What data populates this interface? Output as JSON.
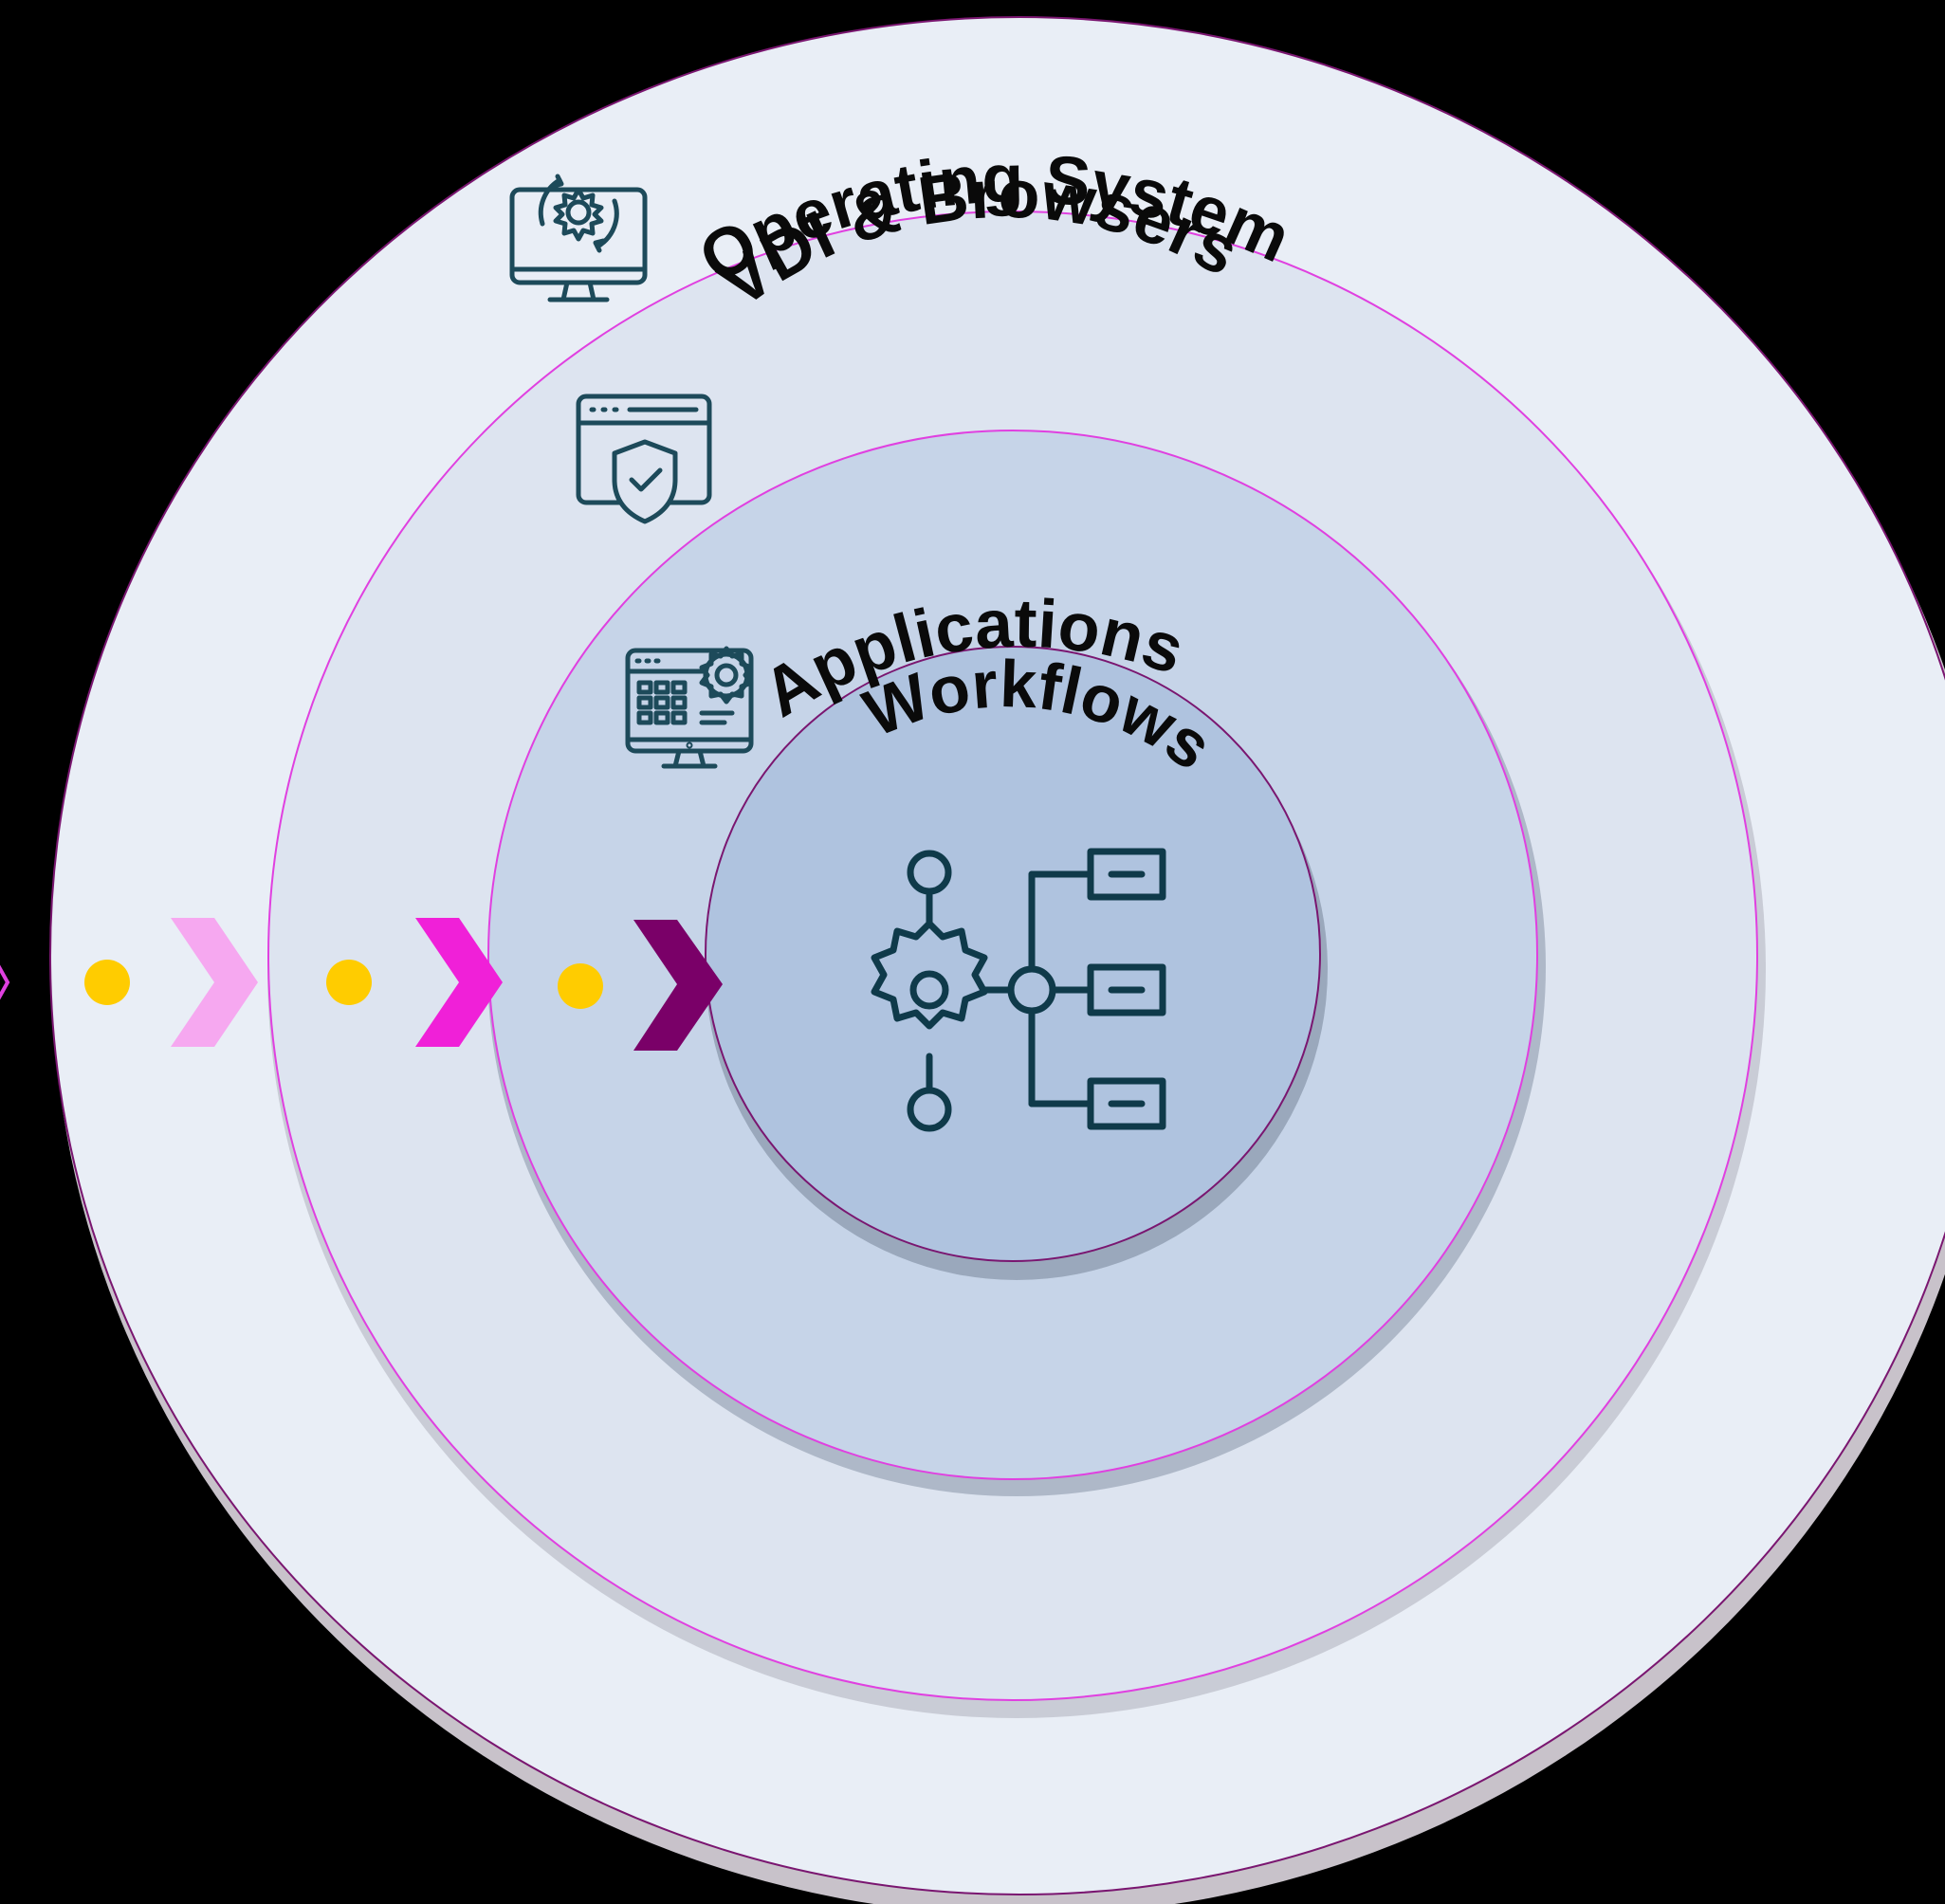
{
  "diagram": {
    "layers": [
      {
        "id": "operating-system",
        "label": "Operating System",
        "icon": "monitor-gear-sync-icon",
        "fill": "#E9EEF6"
      },
      {
        "id": "vdi-browsers",
        "label": "VDI & Browsers",
        "icon": "browser-shield-icon",
        "fill": "#DDE4F0"
      },
      {
        "id": "applications",
        "label": "Applications",
        "icon": "app-grid-gear-monitor-icon",
        "fill": "#C6D4E8"
      },
      {
        "id": "workflows",
        "label": "Workflows",
        "icon": "workflow-gear-branch-icon",
        "fill": "#AFC3DF"
      }
    ],
    "flow_sequence": [
      "dot",
      "chevron",
      "dot",
      "chevron",
      "dot",
      "chevron"
    ],
    "colors": {
      "background": "#000000",
      "ring_stroke": "#E040E0",
      "inner_stroke": "#7A1670",
      "icon_stroke": "#1D4A5A",
      "dot": "#FFCC00",
      "chevron_light": "#F6A8F0",
      "chevron_mid": "#F020D8",
      "chevron_dark": "#7A0068"
    }
  }
}
